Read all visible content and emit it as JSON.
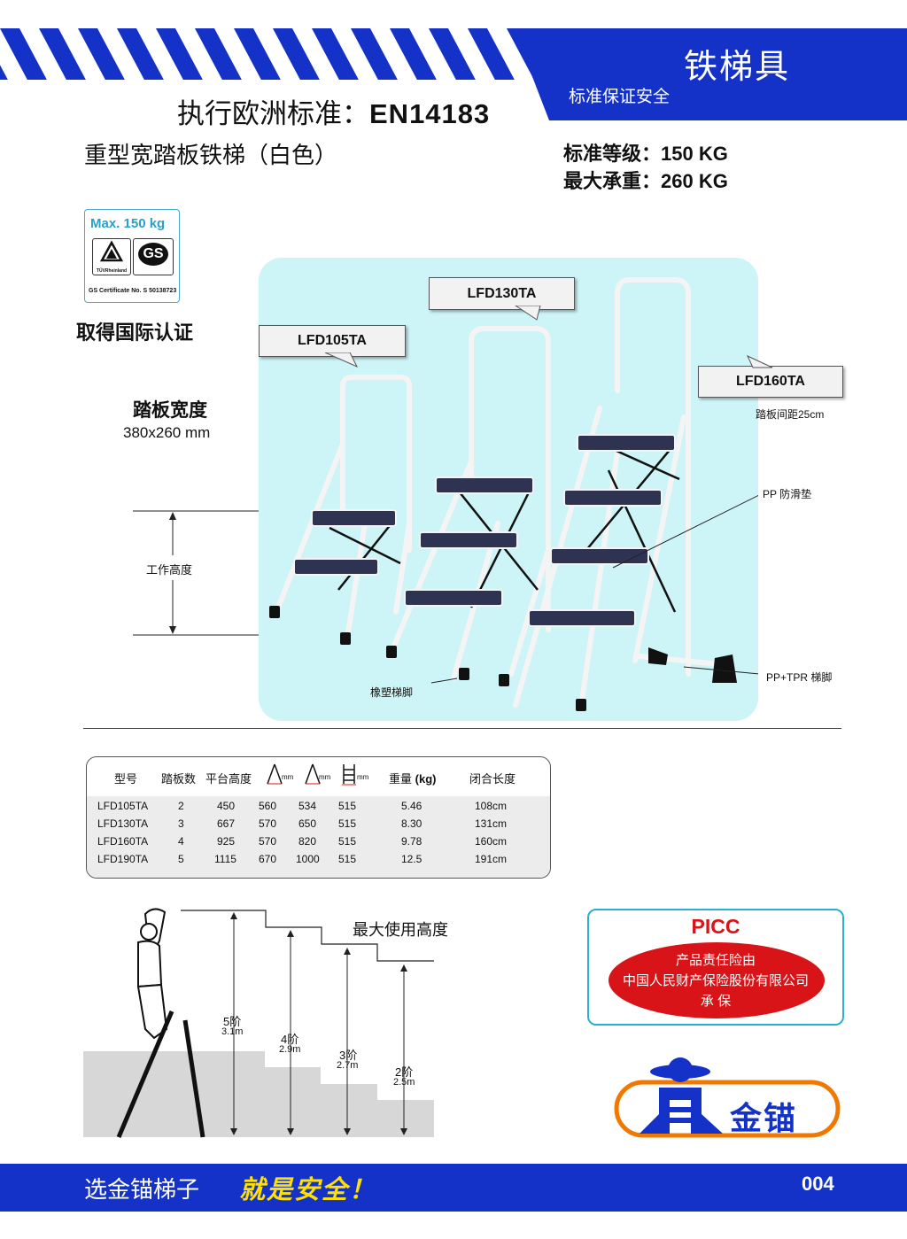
{
  "header": {
    "category": "铁梯具",
    "tagline": "标准保证安全",
    "standard_prefix": "执行欧洲标准：",
    "standard_code": "EN14183",
    "product_title": "重型宽踏板铁梯（白色）",
    "spec_rated": "标准等级：150 KG",
    "spec_max": "最大承重：260 KG",
    "brand_color": "#1432c8"
  },
  "certificate": {
    "max_load": "Max. 150 kg",
    "tuv_text": "TÜVRheinland",
    "gs_text": "GS",
    "cert_number": "GS Certificate No. S 50138723",
    "label": "取得国际认证"
  },
  "tread": {
    "title": "踏板宽度",
    "size": "380x260 mm",
    "work_height_label": "工作高度"
  },
  "products": {
    "callouts": [
      "LFD105TA",
      "LFD130TA",
      "LFD160TA"
    ],
    "notes": {
      "step_spacing": "踏板间距25cm",
      "anti_slip": "PP 防滑垫",
      "rubber_feet": "橡塑梯脚",
      "feet": "PP+TPR 梯脚"
    }
  },
  "table": {
    "headers": [
      "型号",
      "踏板数",
      "平台高度",
      "mm",
      "mm",
      "mm",
      "重量",
      "(kg)",
      "闭合长度"
    ],
    "rows": [
      [
        "LFD105TA",
        "2",
        "450",
        "560",
        "534",
        "515",
        "5.46",
        "108cm"
      ],
      [
        "LFD130TA",
        "3",
        "667",
        "570",
        "650",
        "515",
        "8.30",
        "131cm"
      ],
      [
        "LFD160TA",
        "4",
        "925",
        "570",
        "820",
        "515",
        "9.78",
        "160cm"
      ],
      [
        "LFD190TA",
        "5",
        "1115",
        "670",
        "1000",
        "515",
        "12.5",
        "191cm"
      ]
    ]
  },
  "height_chart": {
    "title": "最大使用高度",
    "steps": [
      {
        "label": "5阶",
        "height": "3.1m"
      },
      {
        "label": "4阶",
        "height": "2.9m"
      },
      {
        "label": "3阶",
        "height": "2.7m"
      },
      {
        "label": "2阶",
        "height": "2.5m"
      }
    ]
  },
  "insurance": {
    "title": "PICC",
    "line1": "产品责任险由",
    "line2": "中国人民财产保险股份有限公司",
    "line3": "承  保"
  },
  "brand": {
    "name": "金锚"
  },
  "footer": {
    "text": "选金锚梯子",
    "slogan": "就是安全！",
    "page": "004"
  }
}
